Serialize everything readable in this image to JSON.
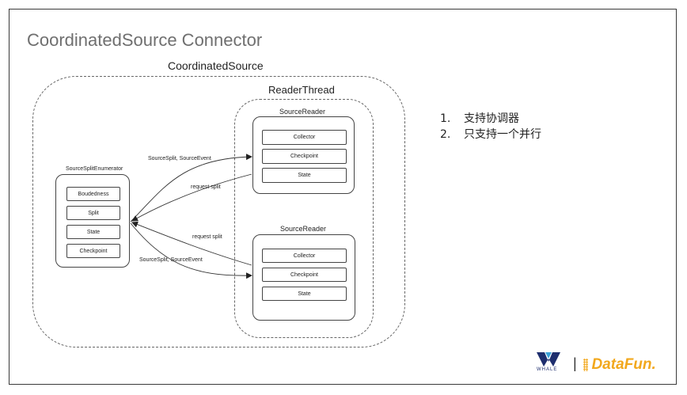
{
  "slide": {
    "title": "CoordinatedSource Connector"
  },
  "diagram": {
    "outer_label": "CoordinatedSource",
    "reader_thread_label": "ReaderThread",
    "enumerator": {
      "label": "SourceSplitEnumerator",
      "boxes": [
        "Boudedness",
        "Split",
        "State",
        "Checkpoint"
      ]
    },
    "readers": [
      {
        "label": "SourceReader",
        "boxes": [
          "Collector",
          "Checkpoint",
          "State"
        ]
      },
      {
        "label": "SourceReader",
        "boxes": [
          "Collector",
          "Checkpoint",
          "State"
        ]
      }
    ],
    "edges": {
      "to_reader1": "SourceSplit,  SourceEvent",
      "from_reader1": "request split",
      "from_reader2": "request split",
      "to_reader2": "SourceSplit,  SourceEvent"
    }
  },
  "notes": [
    {
      "num": "1.",
      "text": "支持协调器"
    },
    {
      "num": "2.",
      "text": "只支持一个并行"
    }
  ],
  "logos": {
    "whale_text": "WHALE",
    "separator": "|",
    "datafun_text": "DataFun.",
    "whale_color": "#1e2e6e",
    "datafun_color": "#f2a81d"
  }
}
